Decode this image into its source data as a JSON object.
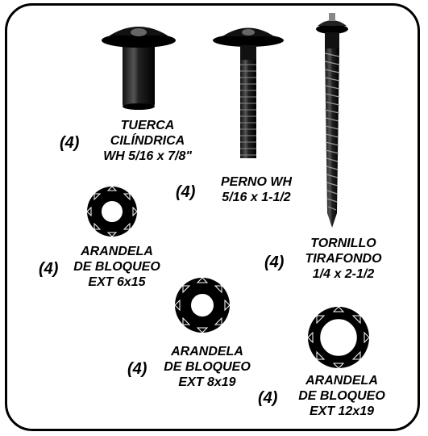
{
  "parts": [
    {
      "id": "barrel-nut",
      "quantity": "(4)",
      "lines": [
        "TUERCA",
        "CILÍNDRICA",
        "WH 5/16 x 7/8\""
      ]
    },
    {
      "id": "bolt",
      "quantity": "(4)",
      "lines": [
        "PERNO WH",
        "5/16 x 1-1/2"
      ]
    },
    {
      "id": "lag-screw",
      "quantity": "(4)",
      "lines": [
        "TORNILLO",
        "TIRAFONDO",
        "1/4 x 2-1/2"
      ]
    },
    {
      "id": "lock-washer-6x15",
      "quantity": "(4)",
      "lines": [
        "ARANDELA",
        "DE BLOQUEO",
        "EXT 6x15"
      ]
    },
    {
      "id": "lock-washer-8x19",
      "quantity": "(4)",
      "lines": [
        "ARANDELA",
        "DE BLOQUEO",
        "EXT 8x19"
      ]
    },
    {
      "id": "lock-washer-12x19",
      "quantity": "(4)",
      "lines": [
        "ARANDELA",
        "DE BLOQUEO",
        "EXT 12x19"
      ]
    }
  ]
}
